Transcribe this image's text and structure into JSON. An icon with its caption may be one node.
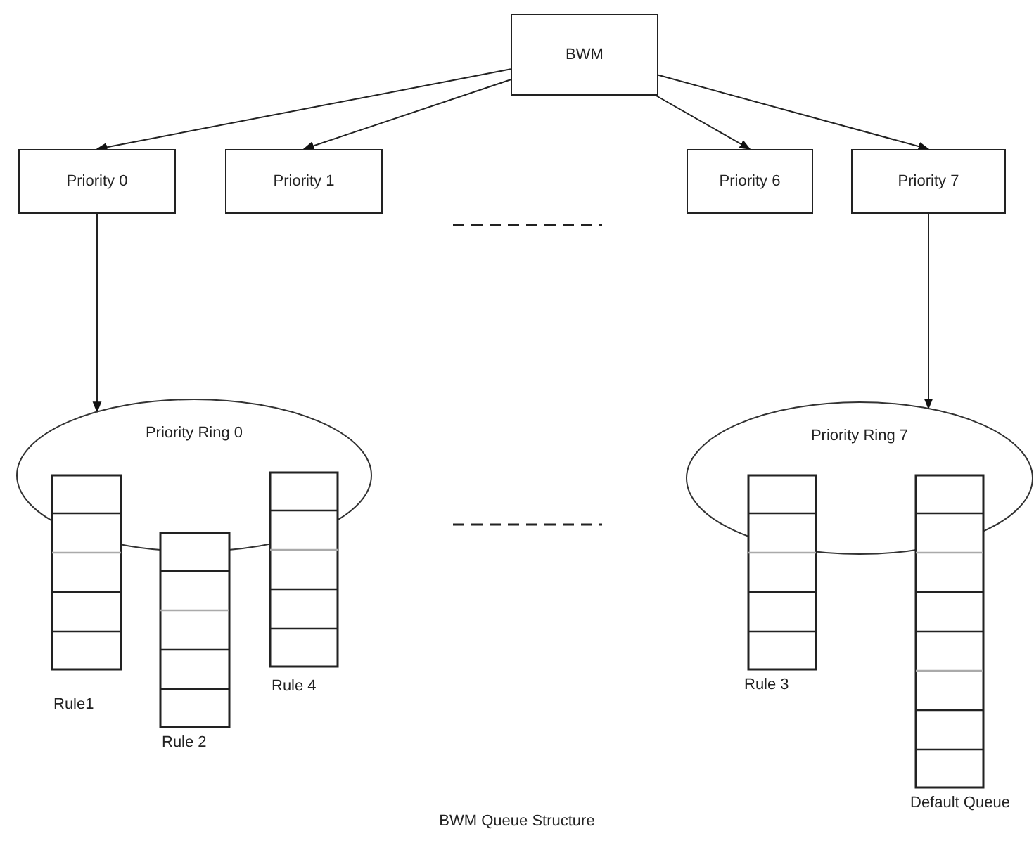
{
  "diagram": {
    "caption": "BWM Queue Structure",
    "nodes": [
      {
        "text": [
          "BWM"
        ]
      },
      {
        "text": [
          "Priority 0"
        ]
      },
      {
        "text": [
          "Priority 1"
        ]
      },
      {
        "text": [
          "Priority 6"
        ]
      },
      {
        "text": [
          "Priority 7"
        ]
      },
      {
        "text": [
          "Priority Ring 0"
        ]
      },
      {
        "text": [
          "Priority Ring 7"
        ]
      },
      {
        "text": [
          "Rule1"
        ]
      },
      {
        "text": [
          "Rule 2"
        ]
      },
      {
        "text": [
          "Rule 4"
        ]
      },
      {
        "text": [
          "Rule 3"
        ]
      },
      {
        "text": [
          "Default Queue"
        ]
      }
    ],
    "edges": [
      {
        "from": 0,
        "to": 1,
        "arrow": "to"
      },
      {
        "from": 0,
        "to": 2,
        "arrow": "to"
      },
      {
        "from": 0,
        "to": 3,
        "arrow": "to"
      },
      {
        "from": 0,
        "to": 4,
        "arrow": "to"
      },
      {
        "from": 1,
        "to": 5,
        "arrow": "to"
      },
      {
        "from": 4,
        "to": 6,
        "arrow": "to"
      }
    ]
  }
}
